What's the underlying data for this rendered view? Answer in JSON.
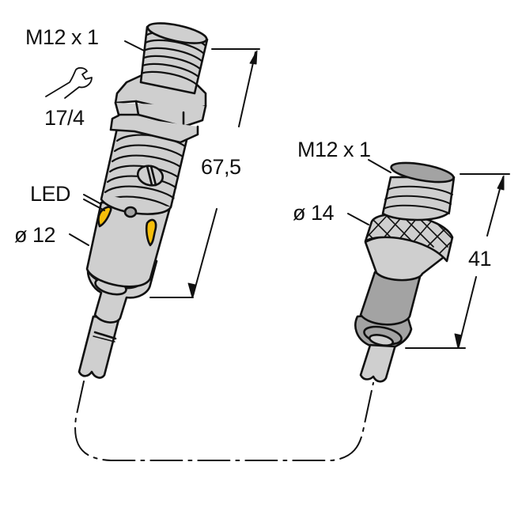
{
  "diagram": {
    "type": "technical-dimension-drawing",
    "colors": {
      "body_light": "#cfcfcf",
      "body_dark": "#a3a3a3",
      "outline": "#111111",
      "led": "#f5be0a",
      "background": "#ffffff"
    },
    "sensor": {
      "thread_label": "M12 x 1",
      "wrench_label": "17/4",
      "wrench_icon": "wrench-icon",
      "led_label": "LED",
      "diameter_label": "ø 12",
      "length_label": "67,5"
    },
    "connector": {
      "thread_label": "M12 x 1",
      "diameter_label": "ø 14",
      "length_label": "41"
    },
    "cable": {
      "style": "dash-dot line connecting both cable ends"
    }
  }
}
